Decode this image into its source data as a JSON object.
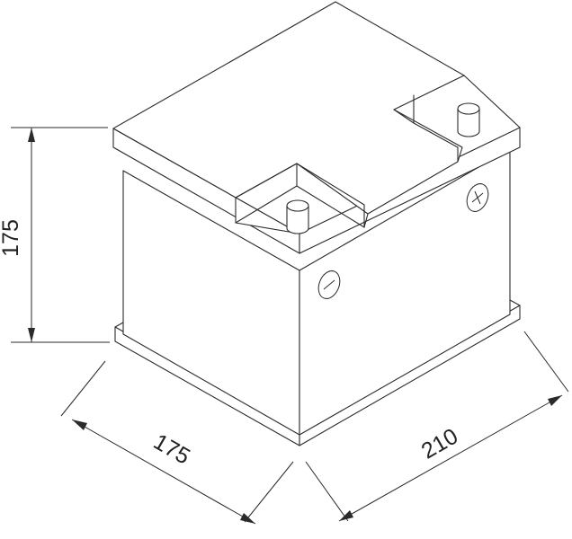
{
  "dimensions": {
    "height": "175",
    "width": "175",
    "length": "210"
  },
  "terminals": {
    "negative_symbol": "minus-symbol",
    "positive_symbol": "plus-symbol"
  },
  "colors": {
    "line": "#2a2a2a",
    "background": "#ffffff"
  }
}
